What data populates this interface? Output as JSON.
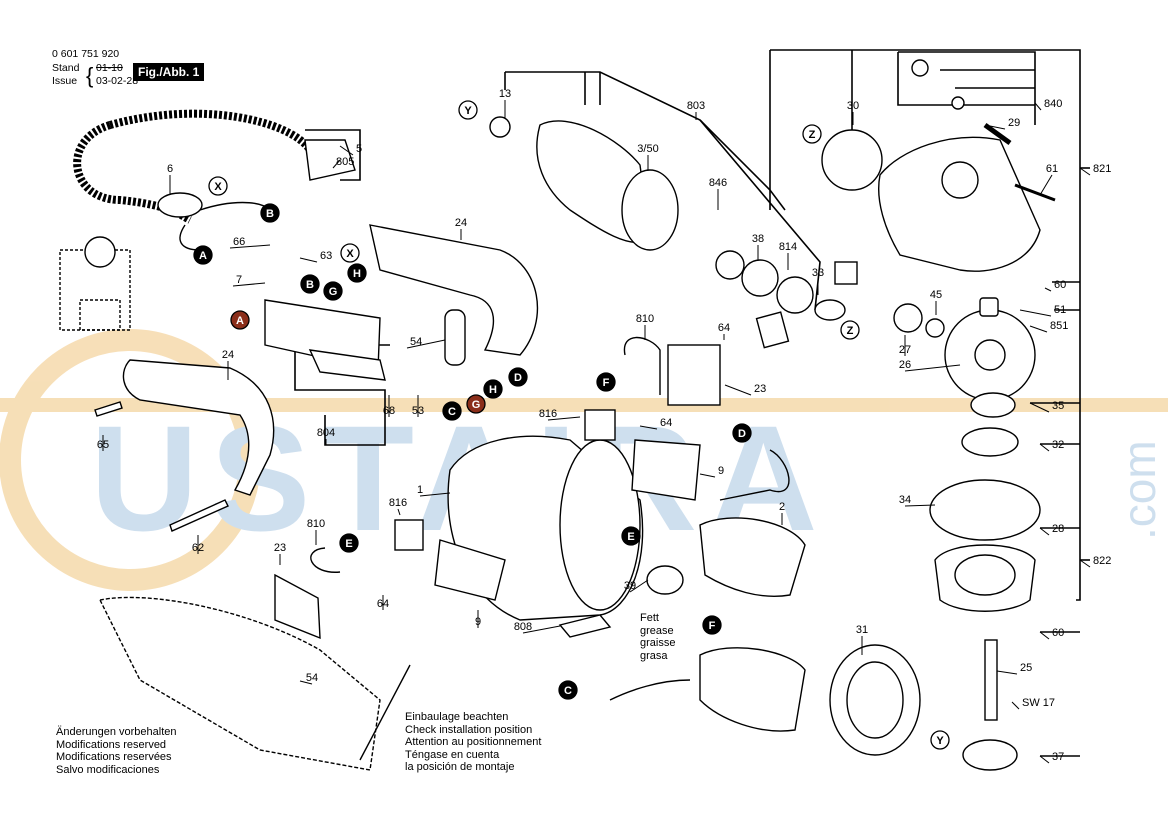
{
  "header": {
    "part_number": "0 601 751 920",
    "stand_label": "Stand",
    "stand_value": "01-10",
    "issue_label": "Issue",
    "issue_value": "03-02-28",
    "figure_label": "Fig./Abb. 1"
  },
  "watermark": {
    "text": "USTAIRA",
    "suffix": ".com"
  },
  "notes": {
    "modifications": [
      "Änderungen vorbehalten",
      "Modifications reserved",
      "Modifications reservées",
      "Salvo modificaciones"
    ],
    "installation": [
      "Einbaulage beachten",
      "Check installation position",
      "Attention au positionnement",
      "Téngase en cuenta",
      "la posición de montaje"
    ],
    "grease": [
      "Fett",
      "grease",
      "graisse",
      "grasa"
    ]
  },
  "part_labels": [
    "5",
    "805",
    "6",
    "24",
    "66",
    "63",
    "7",
    "54",
    "68",
    "53",
    "804",
    "24",
    "65",
    "62",
    "13",
    "803",
    "3/50",
    "846",
    "38",
    "814",
    "33",
    "810",
    "64",
    "23",
    "816",
    "64",
    "9",
    "1",
    "816",
    "810",
    "64",
    "23",
    "9",
    "808",
    "2",
    "39",
    "30",
    "840",
    "29",
    "61",
    "821",
    "60",
    "51",
    "851",
    "45",
    "27",
    "26",
    "35",
    "32",
    "34",
    "28",
    "822",
    "60",
    "25",
    "SW 17",
    "37",
    "31",
    "54"
  ],
  "callouts": [
    "X",
    "B",
    "A",
    "X",
    "B",
    "H",
    "G",
    "A",
    "D",
    "H",
    "G",
    "C",
    "Y",
    "Z",
    "Z",
    "F",
    "D",
    "E",
    "E",
    "F",
    "C",
    "Y"
  ],
  "colors": {
    "line": "#000000",
    "watermark_blue": "#c9dced",
    "watermark_orange": "#f6dcb0",
    "callout_accent": "#8b2e1a"
  }
}
